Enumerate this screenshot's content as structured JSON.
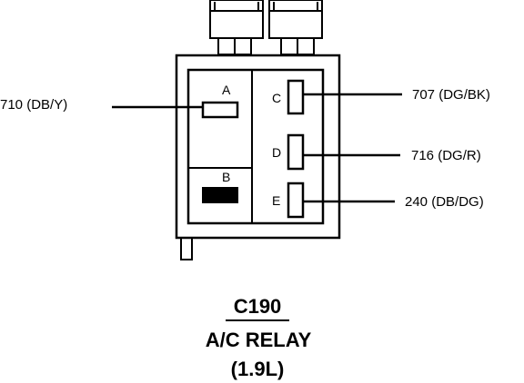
{
  "connector": {
    "id": "C190",
    "name": "A/C RELAY",
    "variant": "(1.9L)"
  },
  "pins": {
    "a": {
      "letter": "A",
      "wire": "710 (DB/Y)"
    },
    "b": {
      "letter": "B"
    },
    "c": {
      "letter": "C",
      "wire": "707 (DG/BK)"
    },
    "d": {
      "letter": "D",
      "wire": "716 (DG/R)"
    },
    "e": {
      "letter": "E",
      "wire": "240 (DB/DG)"
    }
  }
}
